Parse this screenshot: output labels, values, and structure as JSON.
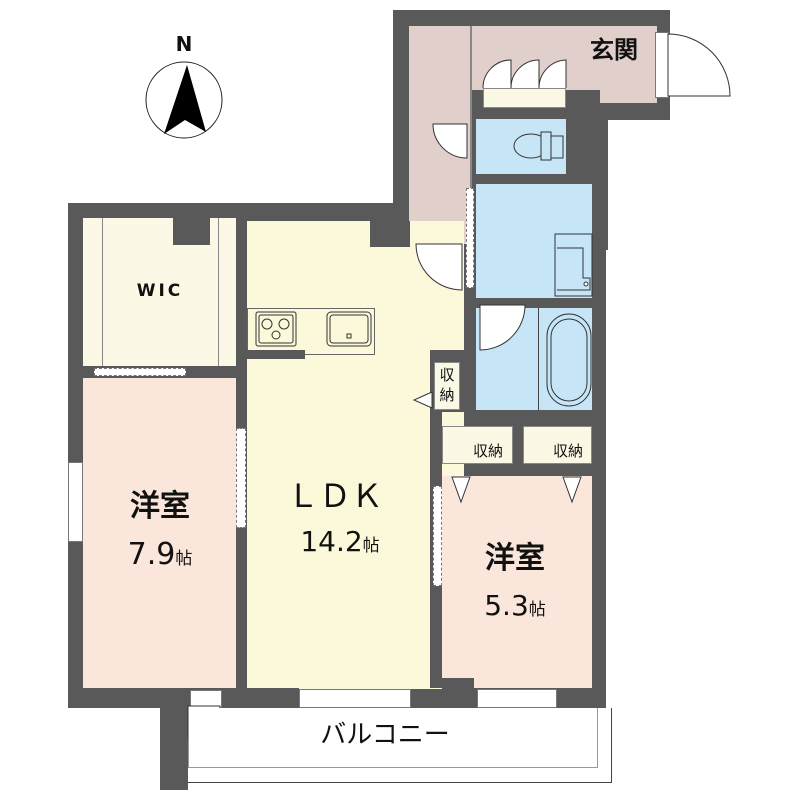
{
  "compass": {
    "label": "N"
  },
  "rooms": {
    "genkan": {
      "label": "玄関",
      "color": "#e0cfca"
    },
    "wic": {
      "label": "WIC",
      "color": "#fbf8e6"
    },
    "ldk": {
      "label": "ＬＤＫ",
      "size": "14.2",
      "unit": "帖",
      "color": "#fbf9d9"
    },
    "western1": {
      "label": "洋室",
      "size": "7.9",
      "unit": "帖",
      "color": "#fbe6dc"
    },
    "western2": {
      "label": "洋室",
      "size": "5.3",
      "unit": "帖",
      "color": "#fbe6dc"
    },
    "storage_ldk": {
      "label1": "収",
      "label2": "納"
    },
    "storage_a": {
      "label": "収納"
    },
    "storage_b": {
      "label": "収納"
    },
    "balcony": {
      "label": "バルコニー"
    },
    "wet_color": "#c6e6f8",
    "hall_color": "#e0cfca"
  },
  "colors": {
    "wall": "#595959"
  }
}
